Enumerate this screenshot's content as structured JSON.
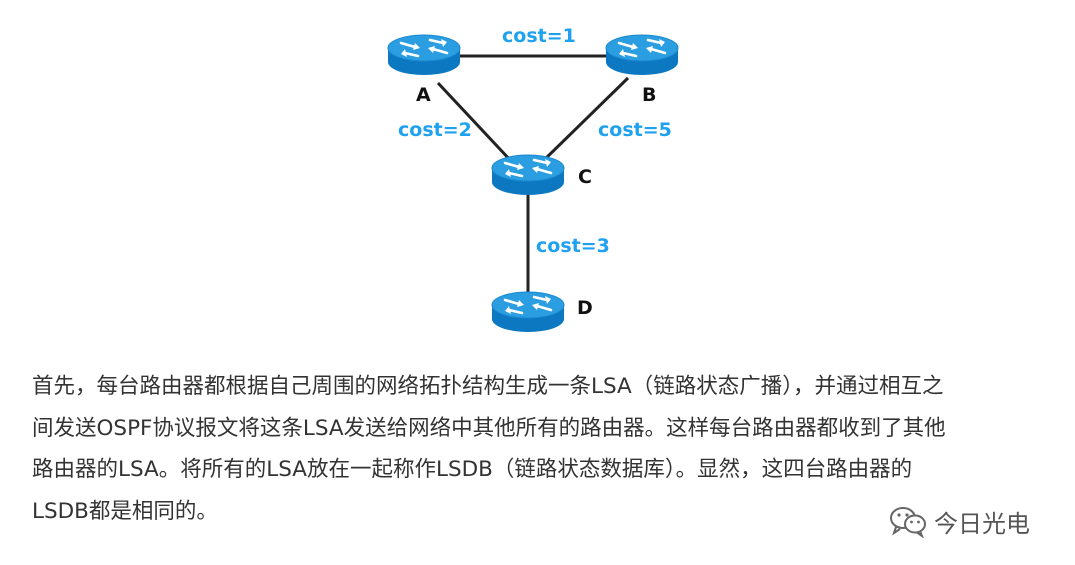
{
  "diagram": {
    "routers": [
      {
        "id": "A",
        "label": "A"
      },
      {
        "id": "B",
        "label": "B"
      },
      {
        "id": "C",
        "label": "C"
      },
      {
        "id": "D",
        "label": "D"
      }
    ],
    "links": [
      {
        "from": "A",
        "to": "B",
        "label": "cost=1"
      },
      {
        "from": "A",
        "to": "C",
        "label": "cost=2"
      },
      {
        "from": "B",
        "to": "C",
        "label": "cost=5"
      },
      {
        "from": "C",
        "to": "D",
        "label": "cost=3"
      }
    ],
    "colors": {
      "link_label": "#1ea1ef",
      "router_top": "#2a9ee0",
      "router_side": "#0d78c2",
      "link": "#222222"
    }
  },
  "article": {
    "lines": [
      "首先，每台路由器都根据自己周围的网络拓扑结构生成一条LSA（链路状态广播），并通过相互之",
      "间发送OSPF协议报文将这条LSA发送给网络中其他所有的路由器。这样每台路由器都收到了其他",
      "路由器的LSA。将所有的LSA放在一起称作LSDB（链路状态数据库）。显然，这四台路由器的",
      "LSDB都是相同的。"
    ]
  },
  "watermark": {
    "text": "今日光电",
    "icon": "wechat-icon"
  }
}
